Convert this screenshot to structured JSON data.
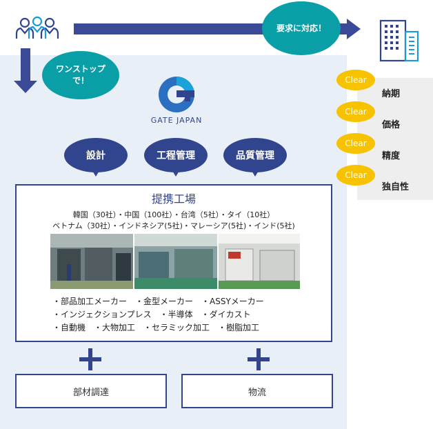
{
  "bubbles": {
    "one_stop": "ワンストップ\nで！",
    "respond": "要求に対応！"
  },
  "logo": {
    "name": "GATE JAPAN",
    "mark": "G"
  },
  "services": [
    "設計",
    "工程管理",
    "品質管理"
  ],
  "factory": {
    "title": "提携工場",
    "countries_line1": "韓国（30社）・中国（100社）・台湾（5社）・タイ（10社）",
    "countries_line2": "ベトナム（30社）・インドネシア(5社)・マレーシア(5社)・インド(5社)",
    "capabilities": [
      "・部品加工メーカー　・金型メーカー　・ASSYメーカー",
      "・インジェクションプレス　・半導体　・ダイカスト",
      "・自動機　・大物加工　・セラミック加工　・樹脂加工"
    ]
  },
  "bottom_boxes": [
    "部材調達",
    "物流"
  ],
  "clear_items": [
    {
      "badge": "Clear",
      "label": "納期"
    },
    {
      "badge": "Clear",
      "label": "価格"
    },
    {
      "badge": "Clear",
      "label": "精度"
    },
    {
      "badge": "Clear",
      "label": "独自性"
    }
  ],
  "colors": {
    "navy": "#31458e",
    "teal": "#0a9ea7",
    "yellow": "#f7c200",
    "panel": "#e8eff7"
  },
  "icons": [
    "people-icon",
    "building-icon"
  ]
}
